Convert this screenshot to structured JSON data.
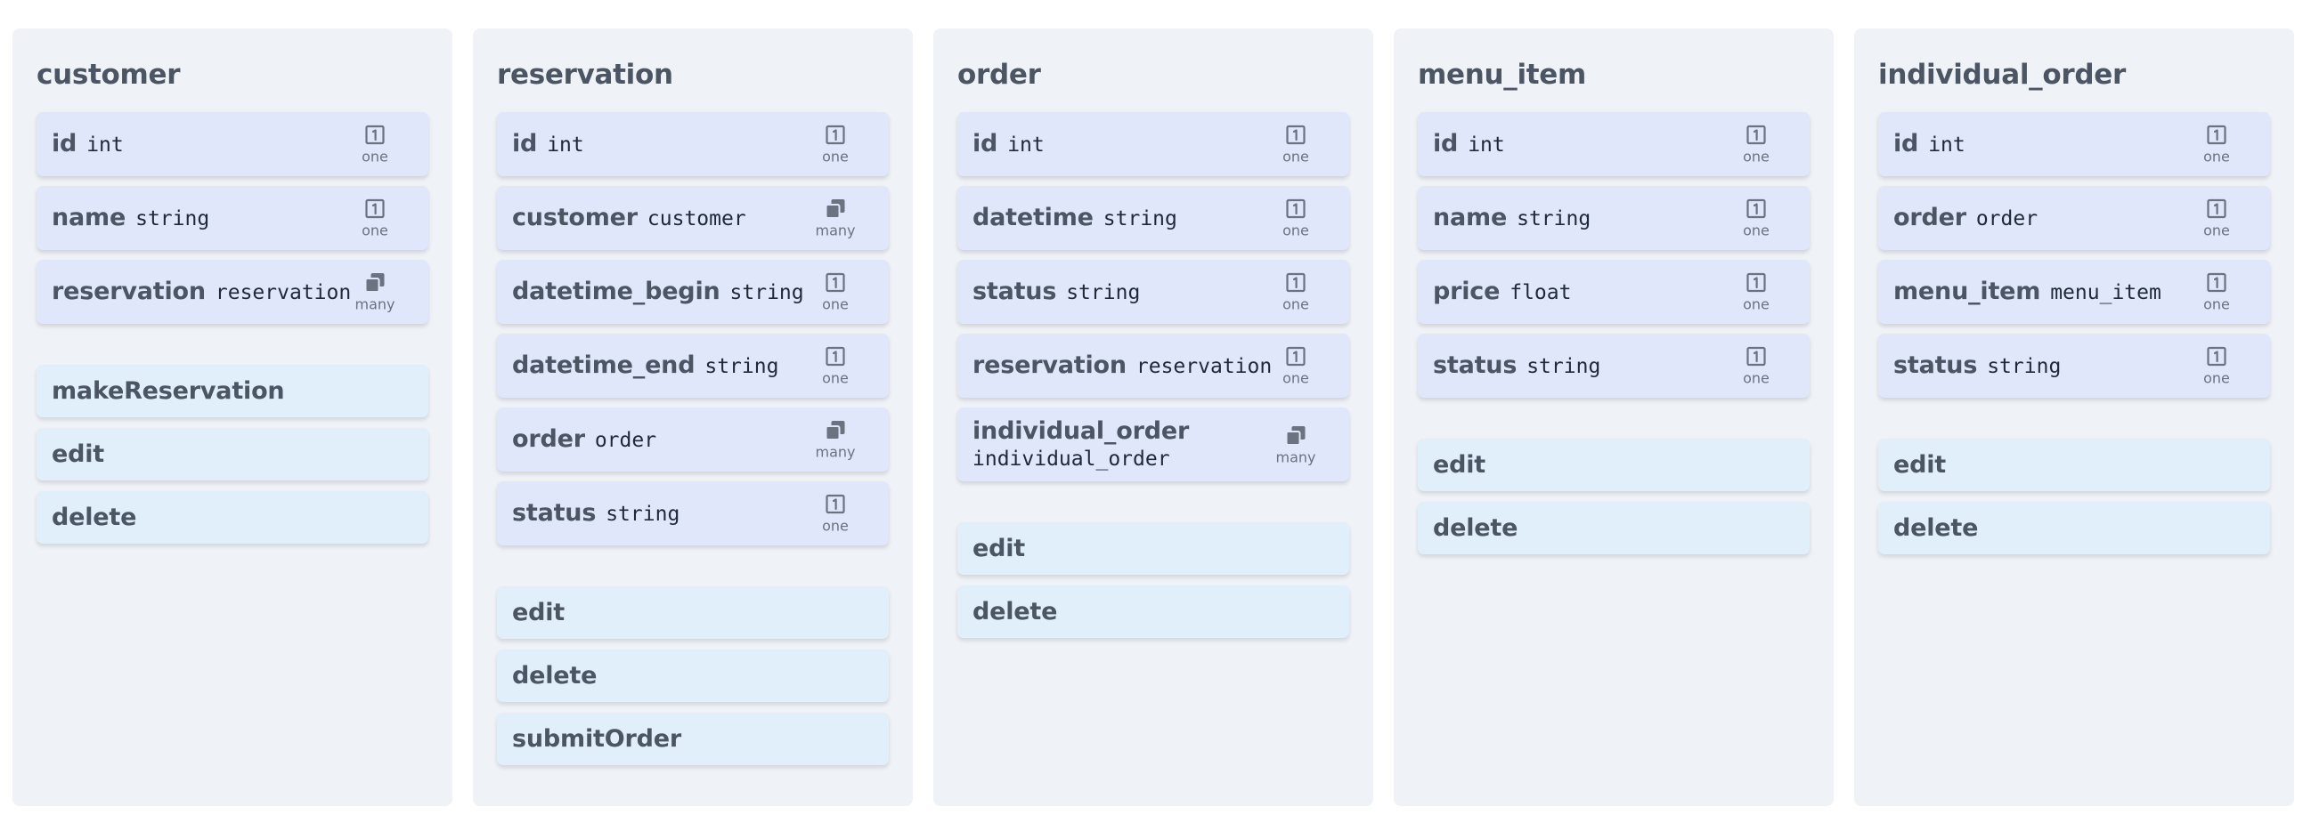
{
  "entities": [
    {
      "name": "customer",
      "fields": [
        {
          "name": "id",
          "type": "int",
          "cardinality": "one"
        },
        {
          "name": "name",
          "type": "string",
          "cardinality": "one"
        },
        {
          "name": "reservation",
          "type": "reservation",
          "cardinality": "many"
        }
      ],
      "methods": [
        "makeReservation",
        "edit",
        "delete"
      ]
    },
    {
      "name": "reservation",
      "fields": [
        {
          "name": "id",
          "type": "int",
          "cardinality": "one"
        },
        {
          "name": "customer",
          "type": "customer",
          "cardinality": "many"
        },
        {
          "name": "datetime_begin",
          "type": "string",
          "cardinality": "one"
        },
        {
          "name": "datetime_end",
          "type": "string",
          "cardinality": "one"
        },
        {
          "name": "order",
          "type": "order",
          "cardinality": "many"
        },
        {
          "name": "status",
          "type": "string",
          "cardinality": "one"
        }
      ],
      "methods": [
        "edit",
        "delete",
        "submitOrder"
      ]
    },
    {
      "name": "order",
      "fields": [
        {
          "name": "id",
          "type": "int",
          "cardinality": "one"
        },
        {
          "name": "datetime",
          "type": "string",
          "cardinality": "one"
        },
        {
          "name": "status",
          "type": "string",
          "cardinality": "one"
        },
        {
          "name": "reservation",
          "type": "reservation",
          "cardinality": "one"
        },
        {
          "name": "individual_order",
          "type": "individual_order",
          "cardinality": "many",
          "wrapped": true
        }
      ],
      "methods": [
        "edit",
        "delete"
      ]
    },
    {
      "name": "menu_item",
      "fields": [
        {
          "name": "id",
          "type": "int",
          "cardinality": "one"
        },
        {
          "name": "name",
          "type": "string",
          "cardinality": "one"
        },
        {
          "name": "price",
          "type": "float",
          "cardinality": "one"
        },
        {
          "name": "status",
          "type": "string",
          "cardinality": "one"
        }
      ],
      "methods": [
        "edit",
        "delete"
      ]
    },
    {
      "name": "individual_order",
      "fields": [
        {
          "name": "id",
          "type": "int",
          "cardinality": "one"
        },
        {
          "name": "order",
          "type": "order",
          "cardinality": "one"
        },
        {
          "name": "menu_item",
          "type": "menu_item",
          "cardinality": "one"
        },
        {
          "name": "status",
          "type": "string",
          "cardinality": "one"
        }
      ],
      "methods": [
        "edit",
        "delete"
      ]
    }
  ],
  "icons": {
    "one": "square-one-icon",
    "many": "stacked-squares-icon"
  },
  "colors": {
    "column_bg": "#eff2f7",
    "field_bg": "#e0e7fb",
    "method_bg": "#e0eff9",
    "title_text": "#4b5563",
    "icon": "#6b7280"
  }
}
